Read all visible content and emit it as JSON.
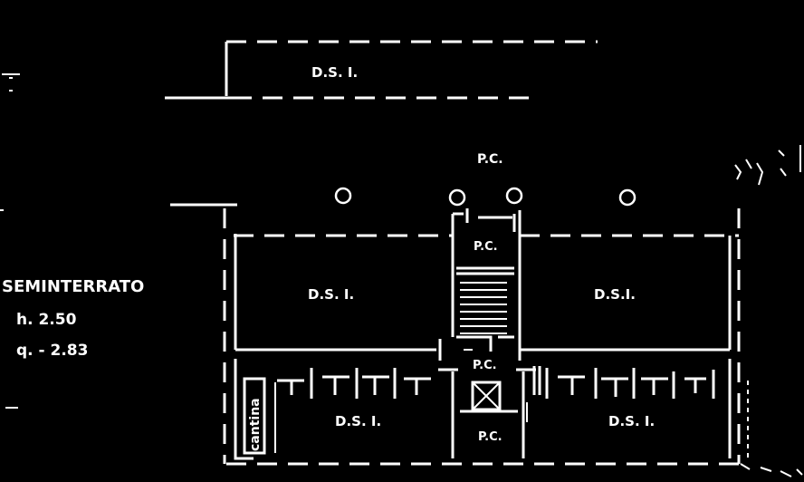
{
  "floor": {
    "title": "SEMINTERRATO",
    "height": "h. 2.50",
    "quota": "q. - 2.83"
  },
  "labels": {
    "dsi_top": "D.S. I.",
    "pc_top": "P.C.",
    "pc_stair": "P.C.",
    "dsi_left": "D.S. I.",
    "dsi_right": "D.S.I.",
    "pc_corridor": "P.C.",
    "dsi_bottom_left": "D.S. I.",
    "dsi_bottom_right": "D.S. I.",
    "pc_bottom": "P.C.",
    "cantina": "cantina"
  }
}
